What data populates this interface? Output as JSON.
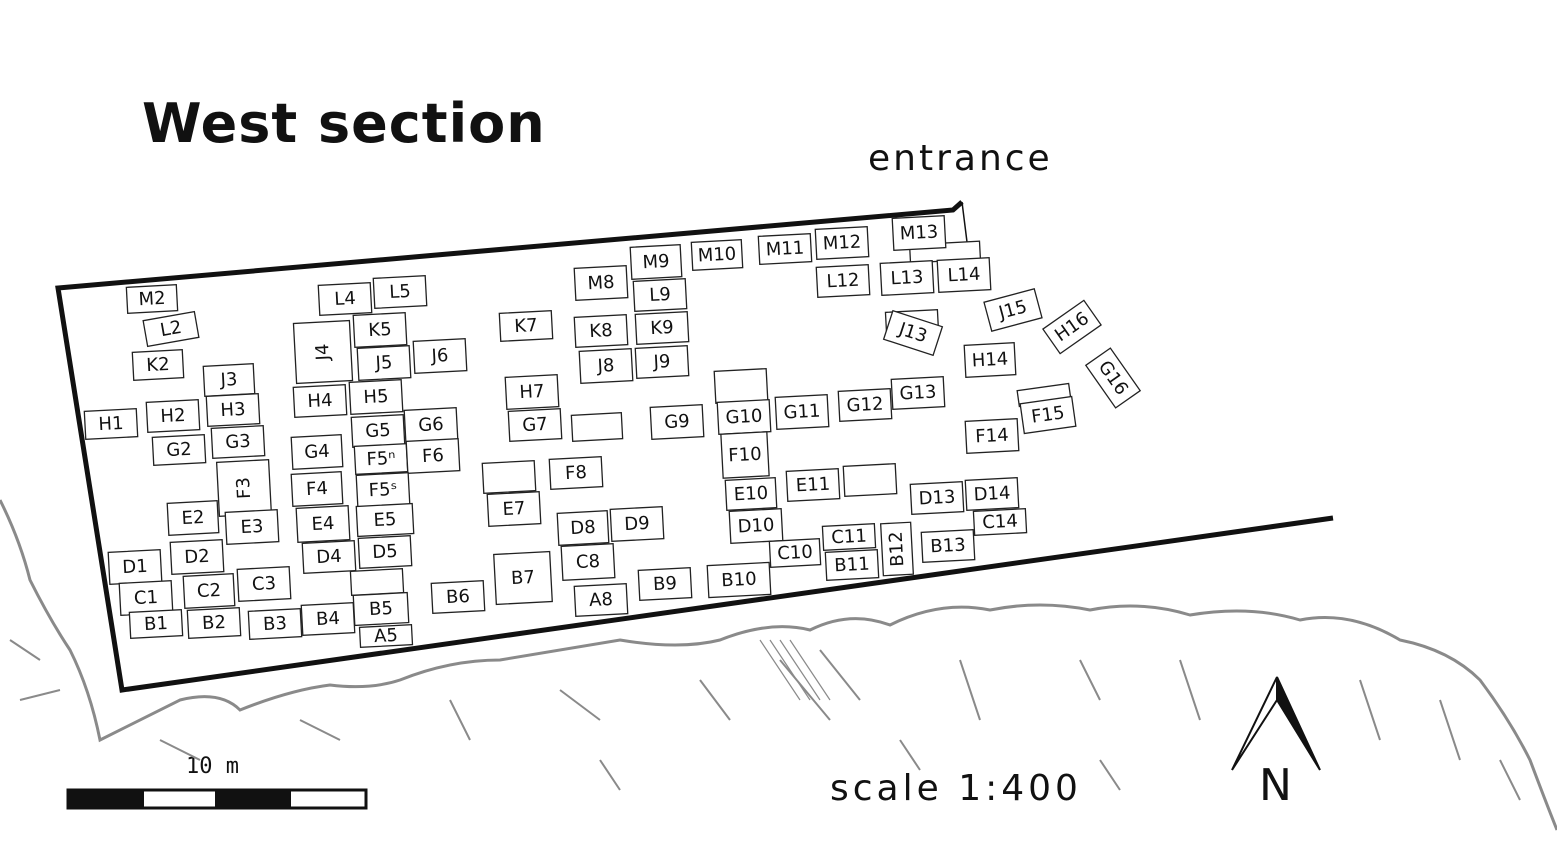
{
  "title": "West section",
  "entrance_label": "entrance",
  "scale_label": "scale 1:400",
  "scalebar_label": "10 m",
  "north_label": "N",
  "units": [
    "M2",
    "L2",
    "K2",
    "H1",
    "H2",
    "G2",
    "J3",
    "H3",
    "G3",
    "F3",
    "E2",
    "E3",
    "D1",
    "D2",
    "C1",
    "C2",
    "C3",
    "B1",
    "B2",
    "B3",
    "B4",
    "L4",
    "L5",
    "J4",
    "K5",
    "J5",
    "J6",
    "H4",
    "H5",
    "G5",
    "G6",
    "G4",
    "F5ⁿ",
    "F6",
    "F4",
    "F5ˢ",
    "E4",
    "E5",
    "D4",
    "D5",
    "B5",
    "A5",
    "B6",
    "K7",
    "M8",
    "M9",
    "L9",
    "K8",
    "K9",
    "J8",
    "J9",
    "H7",
    "G7",
    "G9",
    "E7",
    "F8",
    "D8",
    "D9",
    "C8",
    "B7",
    "A8",
    "B9",
    "M10",
    "M11",
    "M12",
    "G10",
    "F10",
    "E10",
    "D10",
    "C10",
    "B10",
    "G11",
    "E11",
    "G12",
    "C11",
    "B11",
    "B12",
    "B13",
    "L12",
    "M13",
    "L13",
    "L14",
    "J13",
    "J15",
    "H16",
    "G16",
    "H14",
    "G13",
    "F14",
    "F15",
    "D13",
    "D14",
    "C14"
  ],
  "colors": {
    "ink": "#111111",
    "terrain": "#8a8a8a"
  }
}
